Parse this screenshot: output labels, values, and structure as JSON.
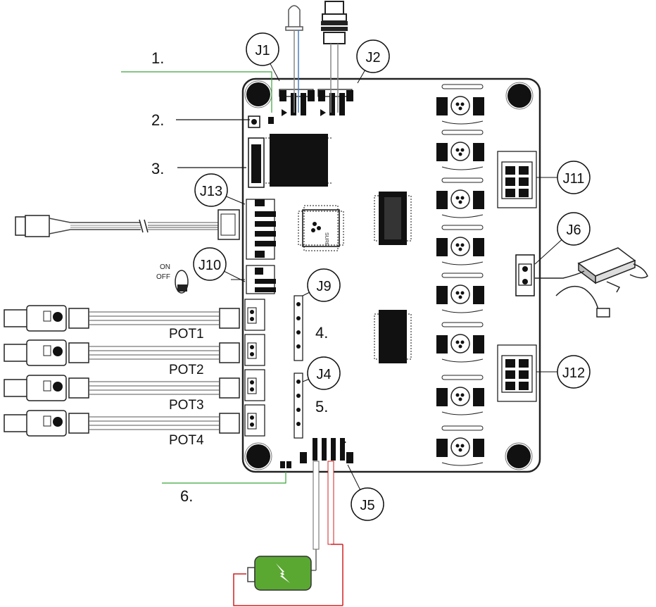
{
  "connectors": {
    "J1": "J1",
    "J2": "J2",
    "J13": "J13",
    "J10": "J10",
    "J9": "J9",
    "J4": "J4",
    "J5": "J5",
    "J6": "J6",
    "J11": "J11",
    "J12": "J12"
  },
  "numbers": {
    "n1": "1.",
    "n2": "2.",
    "n3": "3.",
    "n4": "4.",
    "n5": "5.",
    "n6": "6."
  },
  "pots": [
    "POT1",
    "POT2",
    "POT3",
    "POT4"
  ],
  "switch": {
    "on": "ON",
    "off": "OFF"
  },
  "chip_logo": "SURE",
  "colors": {
    "led_wire": "#4a7fc1",
    "green_lead": "#3aa33a",
    "red_wire": "#d02020",
    "battery": "#5aa832",
    "board_outline": "#222222"
  }
}
